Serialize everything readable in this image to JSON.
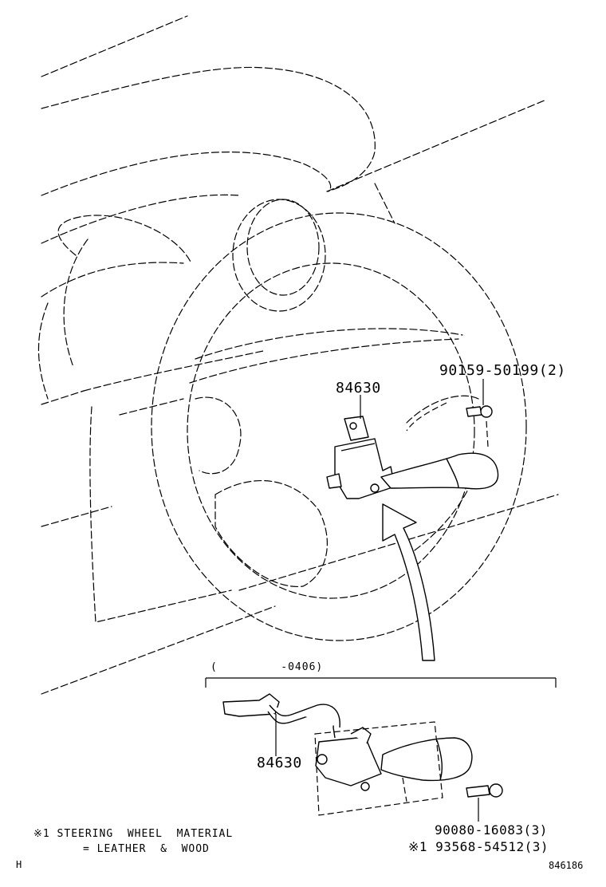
{
  "callouts": {
    "upper_switch_part": "84630",
    "upper_bolt_part": "90159-50199(2)",
    "lower_switch_part": "84630",
    "lower_bolt_part": "90080-16083(3)",
    "lower_bolt_alt_part": "※1 93568-54512(3)"
  },
  "variant": {
    "range_label": "(         -0406)"
  },
  "footnote": {
    "line1": "※1 STEERING  WHEEL  MATERIAL",
    "line2": "= LEATHER  &  WOOD"
  },
  "corner": {
    "left_code": "H",
    "right_code": "846186"
  }
}
